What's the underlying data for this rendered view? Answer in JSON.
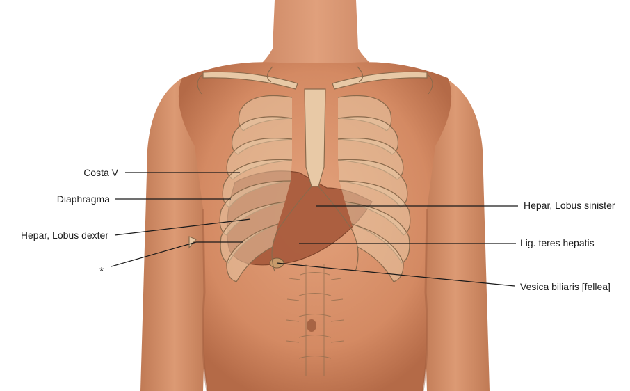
{
  "labels": {
    "costa_v": "Costa V",
    "diaphragma": "Diaphragma",
    "hepar_lobus_dexter": "Hepar, Lobus dexter",
    "asterisk": "*",
    "hepar_lobus_sinister": "Hepar, Lobus sinister",
    "lig_teres_hepatis": "Lig. teres hepatis",
    "vesica_biliaris": "Vesica biliaris [fellea]"
  },
  "colors": {
    "skin": "#d9946e",
    "skin_shadow": "#b86f4c",
    "bone": "#e8c9a6",
    "bone_outline": "#8a6a4c",
    "liver": "#a85a3c",
    "leader_line": "#1a1a1a"
  }
}
